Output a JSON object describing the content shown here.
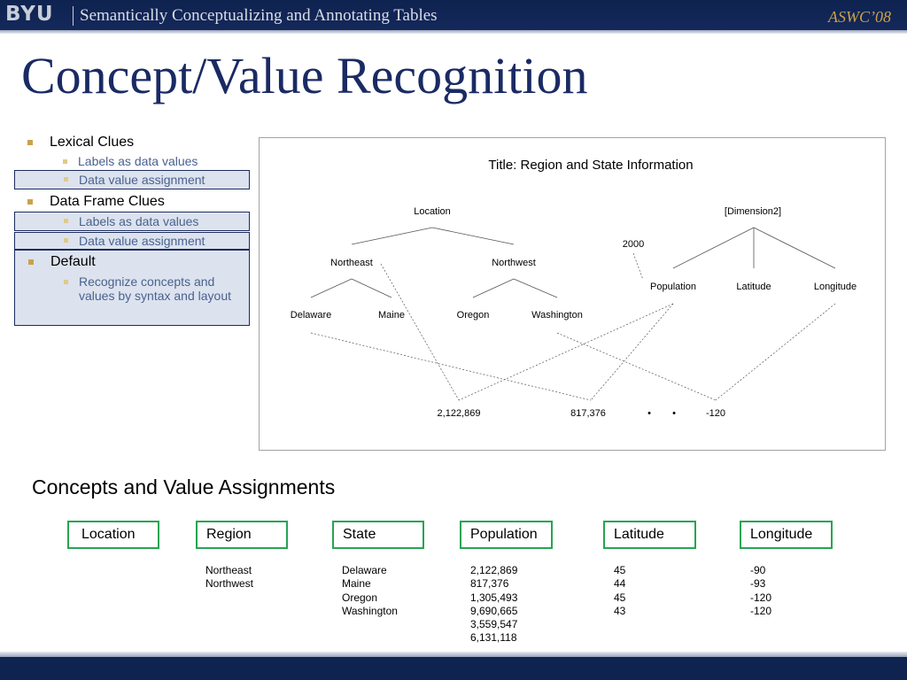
{
  "header": {
    "logo": "BYU",
    "title": "Semantically Conceptualizing and Annotating Tables",
    "conference": "ASWC’08"
  },
  "slide_title": "Concept/Value Recognition",
  "bullets": [
    {
      "label": "Lexical Clues",
      "subs": [
        "Labels as data values",
        "Data value assignment"
      ]
    },
    {
      "label": "Data Frame Clues",
      "subs": [
        "Labels as data values",
        "Data value assignment"
      ]
    },
    {
      "label": "Default",
      "subs": [
        "Recognize  concepts and values by syntax and layout"
      ]
    }
  ],
  "figure": {
    "title": "Title: Region and State Information",
    "location": "Location",
    "northeast": "Northeast",
    "northwest": "Northwest",
    "delaware": "Delaware",
    "maine": "Maine",
    "oregon": "Oregon",
    "washington": "Washington",
    "dimension2": "[Dimension2]",
    "year": "2000",
    "population": "Population",
    "latitude": "Latitude",
    "longitude": "Longitude",
    "val1": "2,122,869",
    "val2": "817,376",
    "val3": "-120",
    "dot": "•"
  },
  "assignments": {
    "title": "Concepts and Value Assignments",
    "concepts": [
      "Location",
      "Region",
      "State",
      "Population",
      "Latitude",
      "Longitude"
    ],
    "region_values": [
      "Northeast",
      "Northwest"
    ],
    "state_values": [
      "Delaware",
      "Maine",
      "Oregon",
      "Washington"
    ],
    "population_values": [
      "2,122,869",
      "817,376",
      "1,305,493",
      "9,690,665",
      "3,559,547",
      "6,131,118"
    ],
    "latitude_values": [
      "45",
      "44",
      "45",
      "43"
    ],
    "longitude_values": [
      "-90",
      "-93",
      "-120",
      "-120"
    ]
  }
}
